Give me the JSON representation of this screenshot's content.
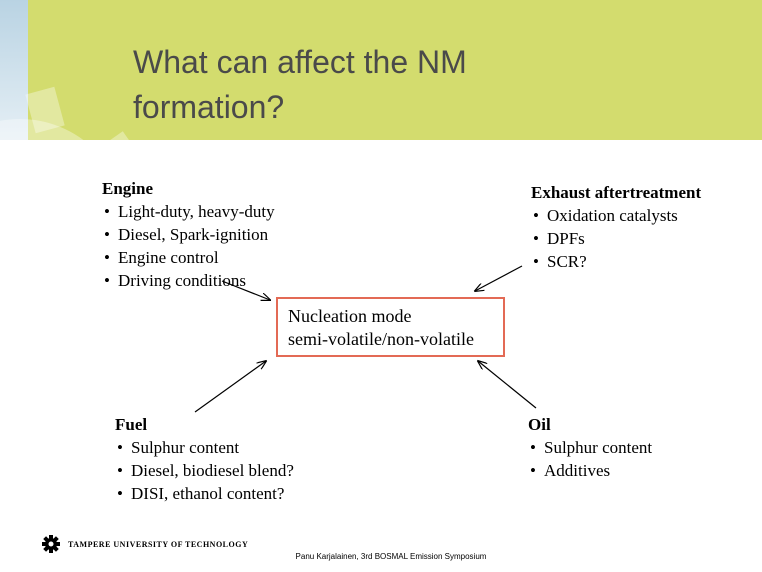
{
  "slide": {
    "title": "What can affect the NM\nformation?",
    "center": {
      "line1": "Nucleation mode",
      "line2": "semi-volatile/non-volatile"
    },
    "engine": {
      "heading": "Engine",
      "items": [
        "Light-duty, heavy-duty",
        "Diesel, Spark-ignition",
        "Engine control",
        "Driving conditions"
      ]
    },
    "exhaust": {
      "heading": "Exhaust aftertreatment",
      "items": [
        "Oxidation catalysts",
        "DPFs",
        "SCR?"
      ]
    },
    "fuel": {
      "heading": "Fuel",
      "items": [
        "Sulphur content",
        "Diesel, biodiesel blend?",
        "DISI, ethanol content?"
      ]
    },
    "oil": {
      "heading": "Oil",
      "items": [
        "Sulphur content",
        "Additives"
      ]
    }
  },
  "footer": {
    "university": "TAMPERE UNIVERSITY OF TECHNOLOGY",
    "credit": "Panu Karjalainen, 3rd BOSMAL Emission Symposium"
  },
  "colors": {
    "header": "#d3dc6e",
    "box_border": "#e36a55",
    "title_text": "#4a4a4a"
  }
}
